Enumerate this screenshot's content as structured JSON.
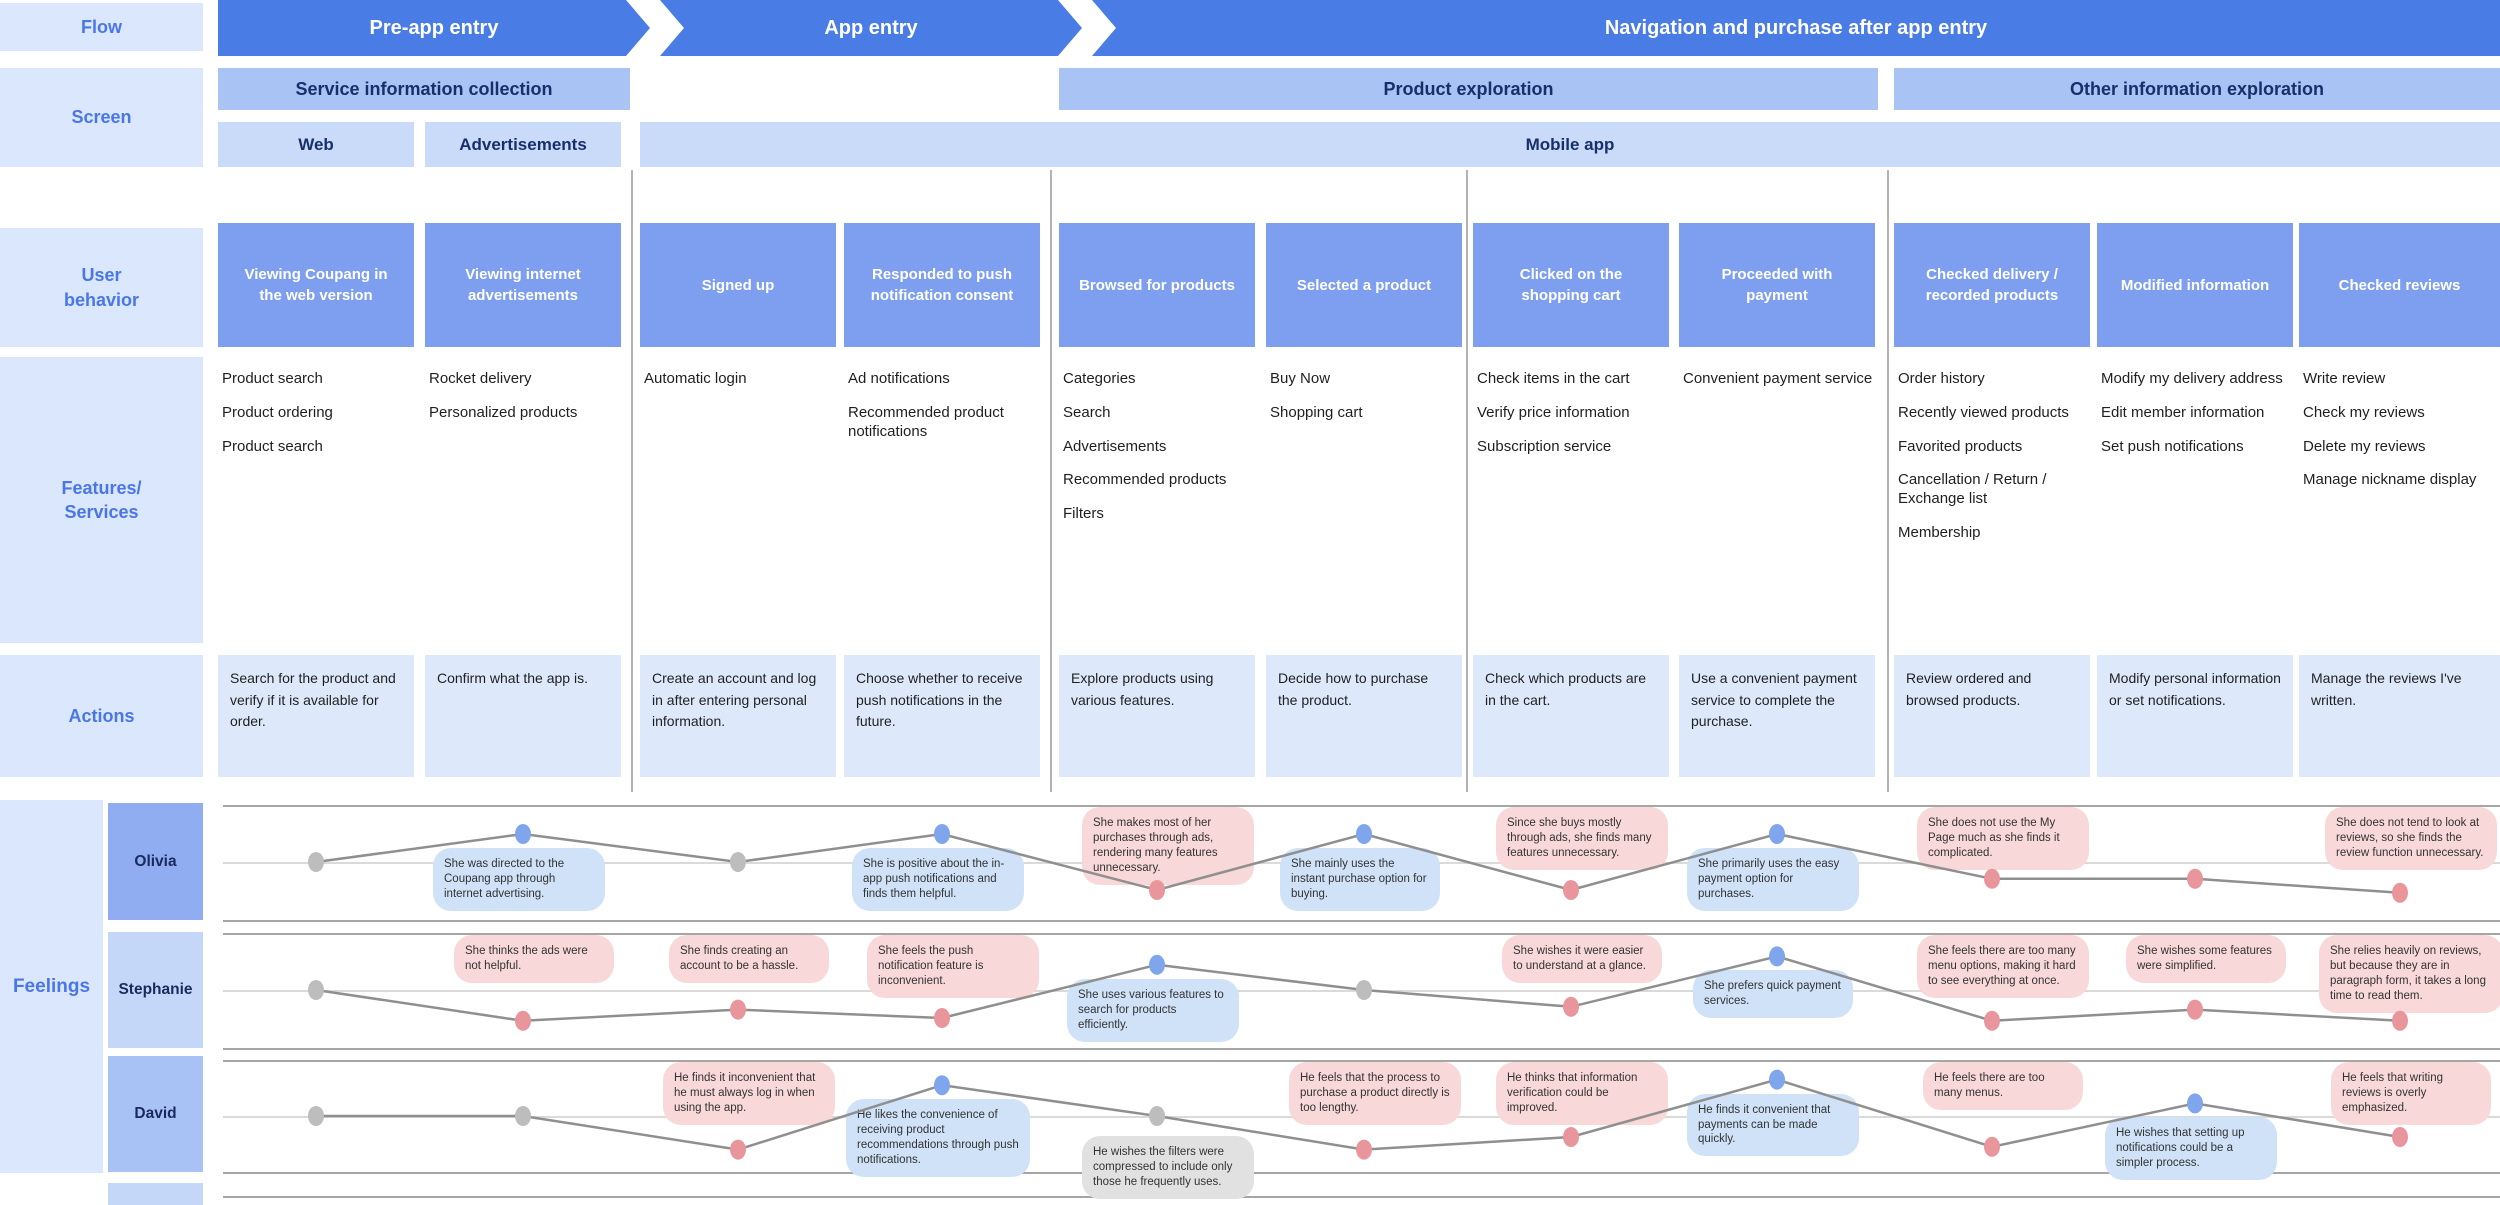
{
  "row_labels": {
    "flow": "Flow",
    "screen": "Screen",
    "user_behavior": "User\nbehavior",
    "features": "Features/\nServices",
    "actions": "Actions",
    "feelings": "Feelings"
  },
  "flow_stages": [
    "Pre-app entry",
    "App entry",
    "Navigation and purchase after app entry"
  ],
  "screen_groups": [
    "Service information collection",
    "Product exploration",
    "Other information exploration"
  ],
  "screen_types": [
    "Web",
    "Advertisements",
    "Mobile app"
  ],
  "columns": [
    {
      "behavior": "Viewing Coupang in the web version",
      "features": [
        "Product search",
        "Product ordering",
        "Product search"
      ],
      "action": "Search for the product and verify if it is available for order."
    },
    {
      "behavior": "Viewing internet advertisements",
      "features": [
        "Rocket delivery",
        "Personalized products"
      ],
      "action": "Confirm what the app is."
    },
    {
      "behavior": "Signed up",
      "features": [
        "Automatic login"
      ],
      "action": "Create an account and log in after entering personal information."
    },
    {
      "behavior": "Responded to push notification consent",
      "features": [
        "Ad notifications",
        "Recommended product notifications"
      ],
      "action": "Choose whether to receive push notifications in the future."
    },
    {
      "behavior": "Browsed for products",
      "features": [
        "Categories",
        "Search",
        "Advertisements",
        "Recommended products",
        "Filters"
      ],
      "action": "Explore products using various features."
    },
    {
      "behavior": "Selected a product",
      "features": [
        "Buy Now",
        "Shopping cart"
      ],
      "action": "Decide how to purchase the product."
    },
    {
      "behavior": "Clicked on the shopping cart",
      "features": [
        "Check items in the cart",
        "Verify price information",
        "Subscription service"
      ],
      "action": "Check which products are in the cart."
    },
    {
      "behavior": "Proceeded with payment",
      "features": [
        "Convenient payment service"
      ],
      "action": "Use a convenient payment service to complete the purchase."
    },
    {
      "behavior": "Checked delivery / recorded products",
      "features": [
        "Order history",
        "Recently viewed products",
        "Favorited products",
        "Cancellation / Return / Exchange list",
        "Membership"
      ],
      "action": "Review ordered and browsed products."
    },
    {
      "behavior": "Modified information",
      "features": [
        "Modify my delivery address",
        "Edit member information",
        "Set push notifications"
      ],
      "action": "Modify personal information or set notifications."
    },
    {
      "behavior": "Checked reviews",
      "features": [
        "Write review",
        "Check my reviews",
        "Delete my reviews",
        "Manage nickname display"
      ],
      "action": "Manage the reviews I've written."
    }
  ],
  "personas": [
    {
      "name": "Olivia",
      "points": [
        {
          "level": 0,
          "sentiment": "neutral"
        },
        {
          "level": 1,
          "sentiment": "positive",
          "note": "She was directed to the Coupang app through internet advertising."
        },
        {
          "level": 0,
          "sentiment": "neutral"
        },
        {
          "level": 1,
          "sentiment": "positive",
          "note": "She is positive about the in-app push notifications and finds them helpful."
        },
        {
          "level": -1,
          "sentiment": "negative",
          "note": "She makes most of her purchases through ads, rendering many features unnecessary."
        },
        {
          "level": 1,
          "sentiment": "positive",
          "note": "She mainly uses the instant purchase option for buying."
        },
        {
          "level": -1,
          "sentiment": "negative",
          "note": "Since she buys mostly through ads, she finds many features unnecessary."
        },
        {
          "level": 1,
          "sentiment": "positive",
          "note": "She primarily uses the easy payment option for purchases."
        },
        {
          "level": -0.6,
          "sentiment": "negative",
          "note": "She does not use the My Page much as she finds it complicated."
        },
        {
          "level": -0.6,
          "sentiment": "negative"
        },
        {
          "level": -1.1,
          "sentiment": "negative",
          "note": "She does not tend to look at reviews, so she finds the review function unnecessary."
        }
      ]
    },
    {
      "name": "Stephanie",
      "points": [
        {
          "level": 0,
          "sentiment": "neutral"
        },
        {
          "level": -1.1,
          "sentiment": "negative",
          "note": "She thinks the ads were not helpful."
        },
        {
          "level": -0.7,
          "sentiment": "negative",
          "note": "She finds creating an account to be a hassle."
        },
        {
          "level": -1,
          "sentiment": "negative",
          "note": "She feels the push notification feature is inconvenient."
        },
        {
          "level": 0.9,
          "sentiment": "positive",
          "note": "She uses various features to search for products efficiently."
        },
        {
          "level": 0,
          "sentiment": "neutral"
        },
        {
          "level": -0.6,
          "sentiment": "negative",
          "note": "She wishes it were easier to understand at a glance."
        },
        {
          "level": 1.2,
          "sentiment": "positive",
          "note": "She prefers quick payment services."
        },
        {
          "level": -1.1,
          "sentiment": "negative",
          "note": "She feels there are too many menu options, making it hard to see everything at once."
        },
        {
          "level": -0.7,
          "sentiment": "negative",
          "note": "She wishes some features were simplified."
        },
        {
          "level": -1.1,
          "sentiment": "negative",
          "note": "She relies heavily on reviews, but because they are in paragraph form, it takes a long time to read them."
        }
      ]
    },
    {
      "name": "David",
      "points": [
        {
          "level": 0,
          "sentiment": "neutral"
        },
        {
          "level": 0,
          "sentiment": "neutral"
        },
        {
          "level": -1.2,
          "sentiment": "negative",
          "note": "He finds it inconvenient that he must always log in when using the app."
        },
        {
          "level": 1.1,
          "sentiment": "positive",
          "note": "He likes the convenience of receiving product recommendations through push notifications."
        },
        {
          "level": 0,
          "sentiment": "neutral",
          "note": "He wishes the filters were compressed to include only those he frequently uses."
        },
        {
          "level": -1.2,
          "sentiment": "negative",
          "note": "He feels that the process to purchase a product directly is too lengthy."
        },
        {
          "level": -0.75,
          "sentiment": "negative",
          "note": "He thinks that information verification could be improved."
        },
        {
          "level": 1.3,
          "sentiment": "positive",
          "note": "He finds it convenient that payments can be made quickly."
        },
        {
          "level": -1.1,
          "sentiment": "negative",
          "note": "He feels there are too many menus."
        },
        {
          "level": 0.45,
          "sentiment": "positive",
          "note": "He wishes that setting up notifications could be a simpler process."
        },
        {
          "level": -0.75,
          "sentiment": "negative",
          "note": "He feels that writing reviews is overly emphasized."
        }
      ]
    }
  ],
  "colors": {
    "arrow_blue": "#4a7ce6",
    "screen_group": "#a8c3f4",
    "screen_type": "#c9dbf9",
    "behavior_blue": "#7e9ff0",
    "label_bg": "#dbe7fc",
    "label_text": "#4a77e8",
    "action_bg": "#dde9fb",
    "navy_text": "#17306b",
    "persona_olivia_bg": "#8fadf0",
    "persona_stephanie_bg": "#c5d7f9",
    "persona_david_bg": "#a9c2f6",
    "bubble_positive": "#cfe2f8",
    "bubble_negative": "#f8d8d9",
    "bubble_neutral": "#e1e1e1",
    "dot_positive": "#7fa5ec",
    "dot_negative": "#e9959c",
    "dot_neutral": "#bdbdbd",
    "line_gray": "#8f8f8f"
  }
}
